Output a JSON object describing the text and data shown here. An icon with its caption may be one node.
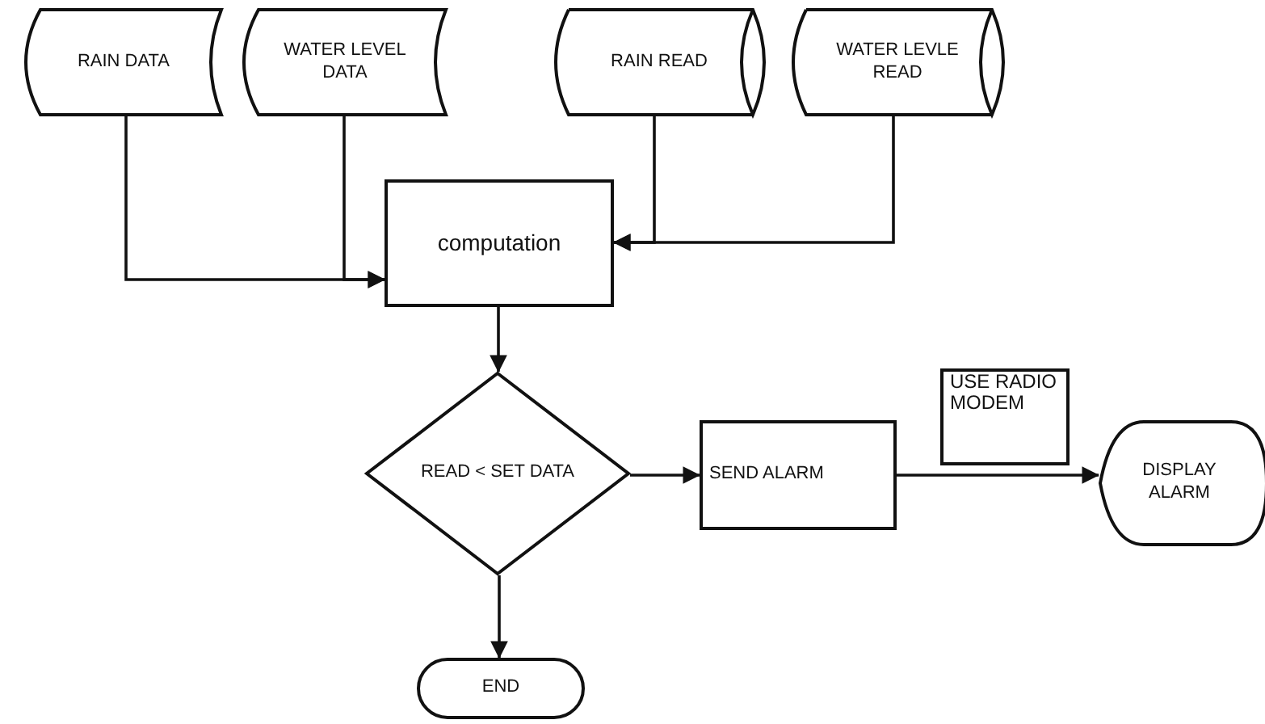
{
  "diagram": {
    "nodes": [
      {
        "text": [
          "RAIN DATA"
        ]
      },
      {
        "text": [
          "WATER LEVEL DATA"
        ]
      },
      {
        "text": [
          "RAIN READ"
        ]
      },
      {
        "text": [
          "WATER LEVLE READ"
        ]
      },
      {
        "text": [
          "computation"
        ]
      },
      {
        "text": [
          "READ < SET DATA"
        ]
      },
      {
        "text": [
          "SEND ALARM"
        ]
      },
      {
        "text": [
          "USE RADIO MODEM"
        ]
      },
      {
        "text": [
          "DISPLAY ALARM"
        ]
      },
      {
        "text": [
          "END"
        ]
      }
    ],
    "edges": [
      {
        "from": 0,
        "to": 4,
        "arrow": "to"
      },
      {
        "from": 1,
        "to": 4,
        "arrow": "to"
      },
      {
        "from": 2,
        "to": 4,
        "arrow": "to"
      },
      {
        "from": 3,
        "to": 4,
        "arrow": "to"
      },
      {
        "from": 4,
        "to": 5,
        "arrow": "to"
      },
      {
        "from": 5,
        "to": 6,
        "arrow": "to"
      },
      {
        "from": 6,
        "to": 8,
        "arrow": "to"
      },
      {
        "from": 5,
        "to": 9,
        "arrow": "to"
      }
    ]
  }
}
